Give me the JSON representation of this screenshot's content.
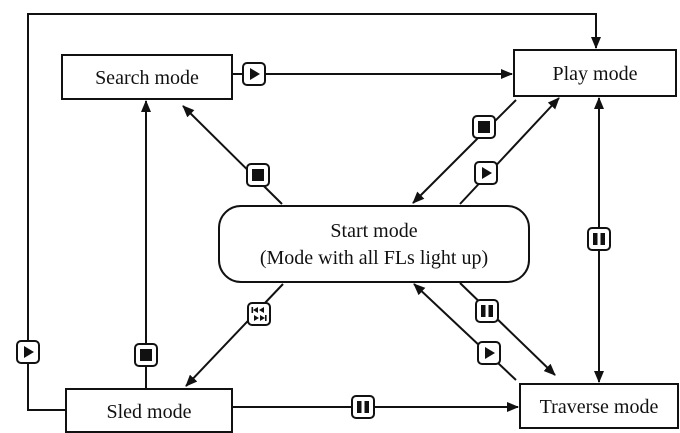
{
  "nodes": {
    "search": {
      "label": "Search mode"
    },
    "play": {
      "label": "Play mode"
    },
    "start": {
      "line1": "Start mode",
      "line2": "(Mode with all FLs light up)"
    },
    "sled": {
      "label": "Sled mode"
    },
    "traverse": {
      "label": "Traverse mode"
    }
  },
  "symbols": {
    "search_to_play": "play-icon",
    "start_to_search": "stop-icon",
    "play_to_start": "stop-icon",
    "start_to_play": "play-icon",
    "play_traverse": "pause-icon",
    "start_to_sled": "rewind-fastforward-icon",
    "sled_to_search": "stop-icon",
    "sled_to_play_loop": "play-icon",
    "start_to_traverse": "pause-icon",
    "traverse_to_start": "play-icon",
    "sled_to_traverse": "pause-icon"
  }
}
